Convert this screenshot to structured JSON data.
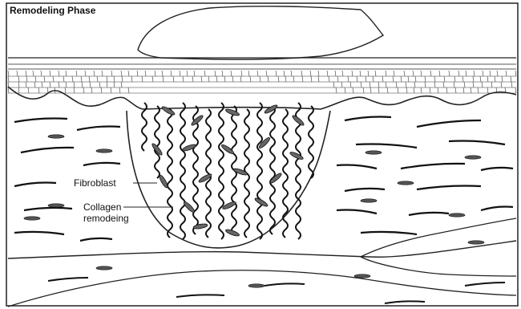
{
  "diagram": {
    "title": "Remodeling Phase",
    "labels": {
      "fibroblast": "Fibroblast",
      "collagen_line1": "Collagen",
      "collagen_line2": "remodeing"
    }
  },
  "colors": {
    "ink": "#111111",
    "background": "#ffffff"
  }
}
